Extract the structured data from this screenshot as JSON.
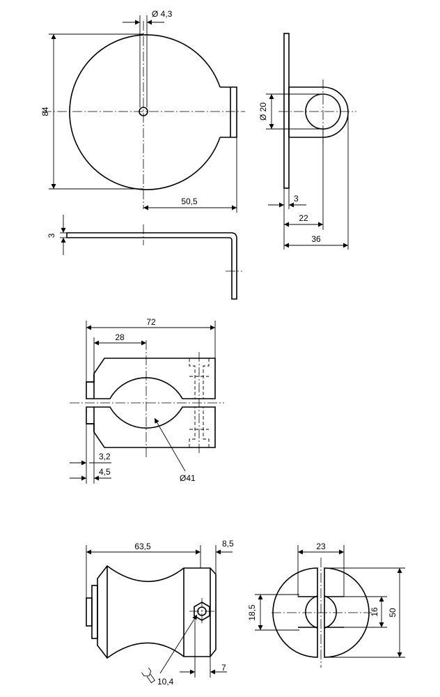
{
  "dimensions": {
    "hole_diameter": "Ø 4,3",
    "plate_height": "84",
    "plate_width": "50,5",
    "bore_diameter": "Ø 20",
    "sheet_thickness_side": "3",
    "lug_depth_22": "22",
    "lug_depth_36": "36",
    "sheet_thickness_bottom": "3",
    "clamp_length": "72",
    "clamp_center": "28",
    "clamp_bore": "Ø41",
    "slot_3_2": "3,2",
    "slot_4_5": "4,5",
    "knob_length": "63,5",
    "knob_collar": "8,5",
    "knob_slot_width": "23",
    "knob_inner_height": "18,5",
    "knob_inner_16": "16",
    "knob_diameter": "50",
    "wrench_size": "10,4",
    "screw_offset": "7"
  },
  "icons": {
    "wrench": "wrench-icon"
  }
}
